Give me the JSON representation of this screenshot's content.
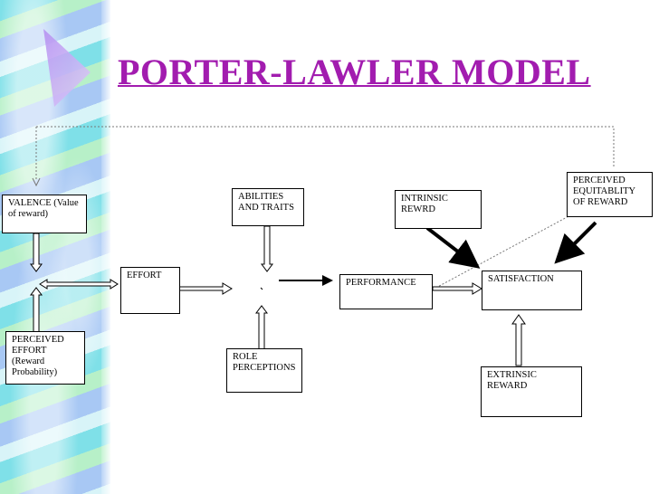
{
  "title": "PORTER-LAWLER MODEL",
  "boxes": {
    "valence": "VALENCE (Value of reward)",
    "perceived_effort": "PERCEIVED EFFORT (Reward Probability)",
    "effort": "EFFORT",
    "abilities": "ABILITIES AND TRAITS",
    "role": "ROLE PERCEPTIONS",
    "performance": "PERFORMANCE",
    "intrinsic": "INTRINSIC REWRD",
    "satisfaction": "SATISFACTION",
    "extrinsic": "EXTRINSIC REWARD",
    "equitability": "PERCEIVED EQUITABLITY OF REWARD"
  }
}
